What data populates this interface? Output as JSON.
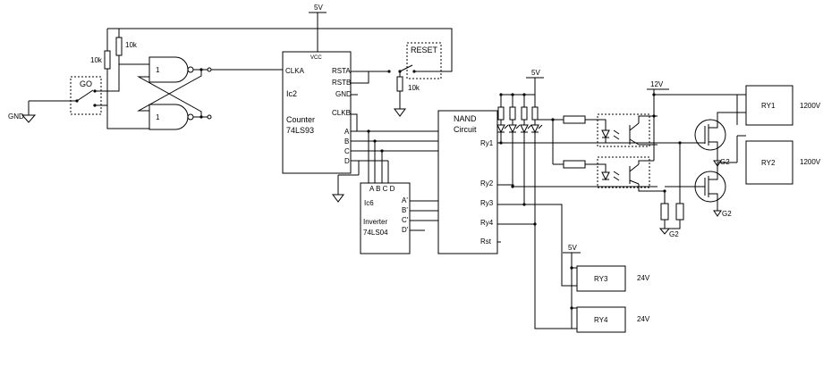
{
  "supply": {
    "v5_top": "5V",
    "v5_leds": "5V",
    "v5_relays": "5V",
    "v12": "12V",
    "gnd_label": "GND",
    "g2_a": "G2",
    "g2_b": "G2",
    "g2_c": "G2"
  },
  "switches": {
    "go_label": "GO",
    "reset_label": "RESET"
  },
  "resistors": {
    "r1": "10k",
    "r2": "10k",
    "r3": "10k"
  },
  "latch": {
    "gate1_in": "1",
    "gate2_in": "1"
  },
  "ic2": {
    "name": "Ic2",
    "desc1": "Counter",
    "desc2": "74LS93",
    "vcc": "VCC",
    "pins_left": [
      "CLKA"
    ],
    "pins_right": [
      "RSTA",
      "RSTB",
      "GND",
      "CLKB",
      "A",
      "B",
      "C",
      "D"
    ]
  },
  "ic6": {
    "name": "Ic6",
    "desc1": "Inverter",
    "desc2": "74LS04",
    "pins_top": "A B C D",
    "pins_right": [
      "A'",
      "B'",
      "C'",
      "D'"
    ]
  },
  "nand": {
    "title1": "NAND",
    "title2": "Circuit",
    "outputs": [
      "Ry1",
      "Ry2",
      "Ry3",
      "Ry4",
      "Rst"
    ]
  },
  "relays": {
    "ry1": "RY1",
    "ry2": "RY2",
    "ry3": "RY3",
    "ry4": "RY4",
    "ry1_v": "1200V",
    "ry2_v": "1200V",
    "ry3_v": "24V",
    "ry4_v": "24V"
  }
}
